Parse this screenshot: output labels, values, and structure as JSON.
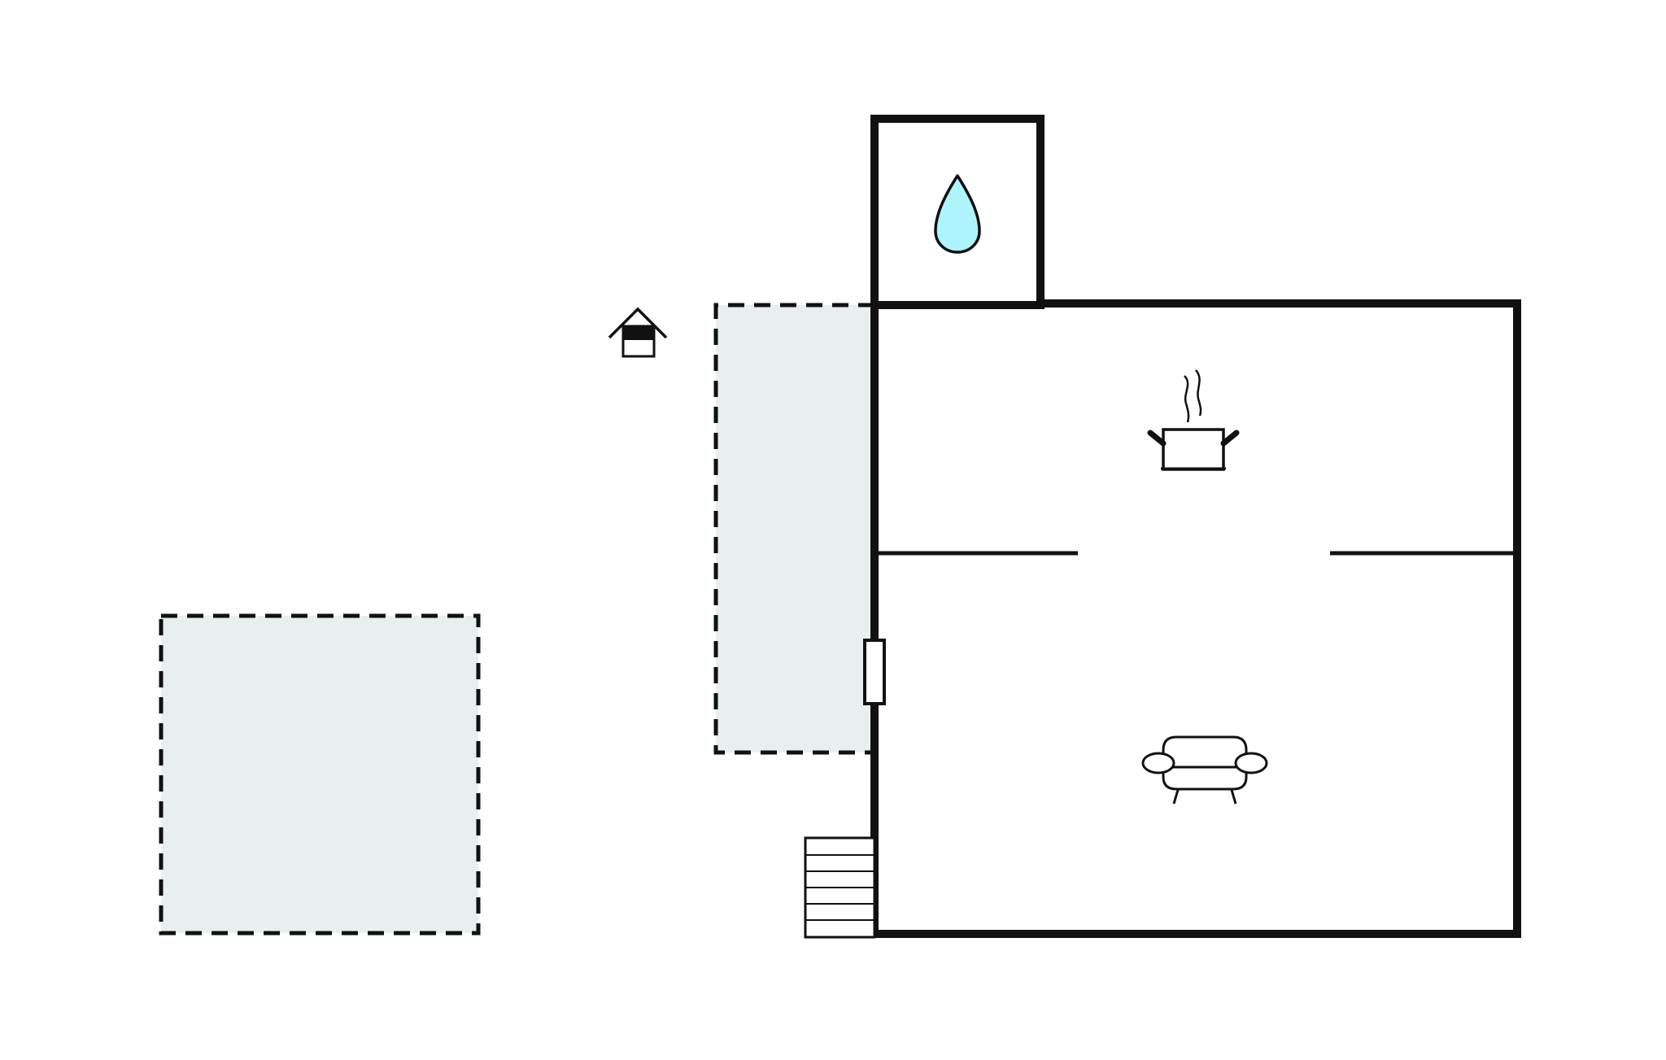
{
  "floorplan": {
    "colors": {
      "background": "#ffffff",
      "wall": "#111111",
      "outdoor_fill": "#e8efee",
      "outdoor_border": "#111111",
      "water_drop": "#aef4ff"
    },
    "icons": [
      "water-drop-icon",
      "entrance-house-icon",
      "steaming-pot-icon",
      "sofa-icon",
      "door-icon",
      "stairs-icon"
    ],
    "areas": [
      "bathroom",
      "kitchen",
      "living-room",
      "terrace",
      "garden"
    ]
  }
}
